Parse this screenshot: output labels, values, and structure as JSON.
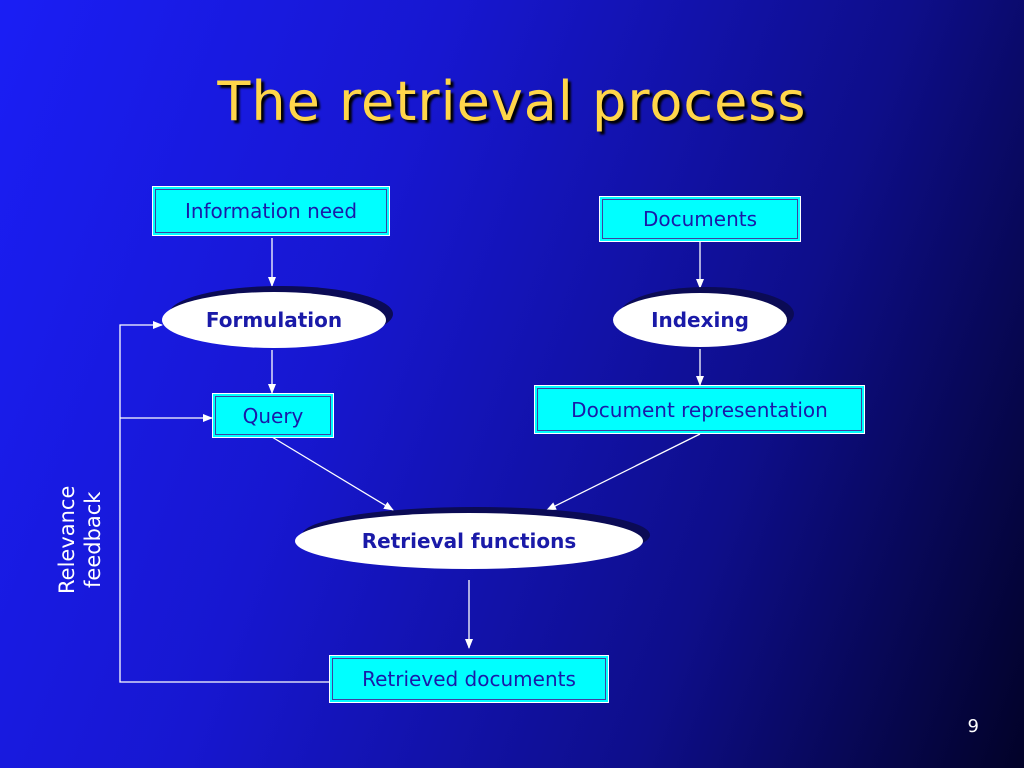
{
  "slide": {
    "title": "The retrieval process",
    "page_number": "9"
  },
  "nodes": {
    "information_need": "Information need",
    "formulation": "Formulation",
    "query": "Query",
    "documents": "Documents",
    "indexing": "Indexing",
    "document_representation": "Document representation",
    "retrieval_functions": "Retrieval functions",
    "retrieved_documents": "Retrieved documents"
  },
  "feedback_label": {
    "line1": "Relevance",
    "line2": "feedback"
  },
  "colors": {
    "box_fill": "#00ffff",
    "box_text": "#1a1aa8",
    "oval_fill": "#ffffff",
    "title": "#ffd64a",
    "connector": "#ffffff"
  }
}
